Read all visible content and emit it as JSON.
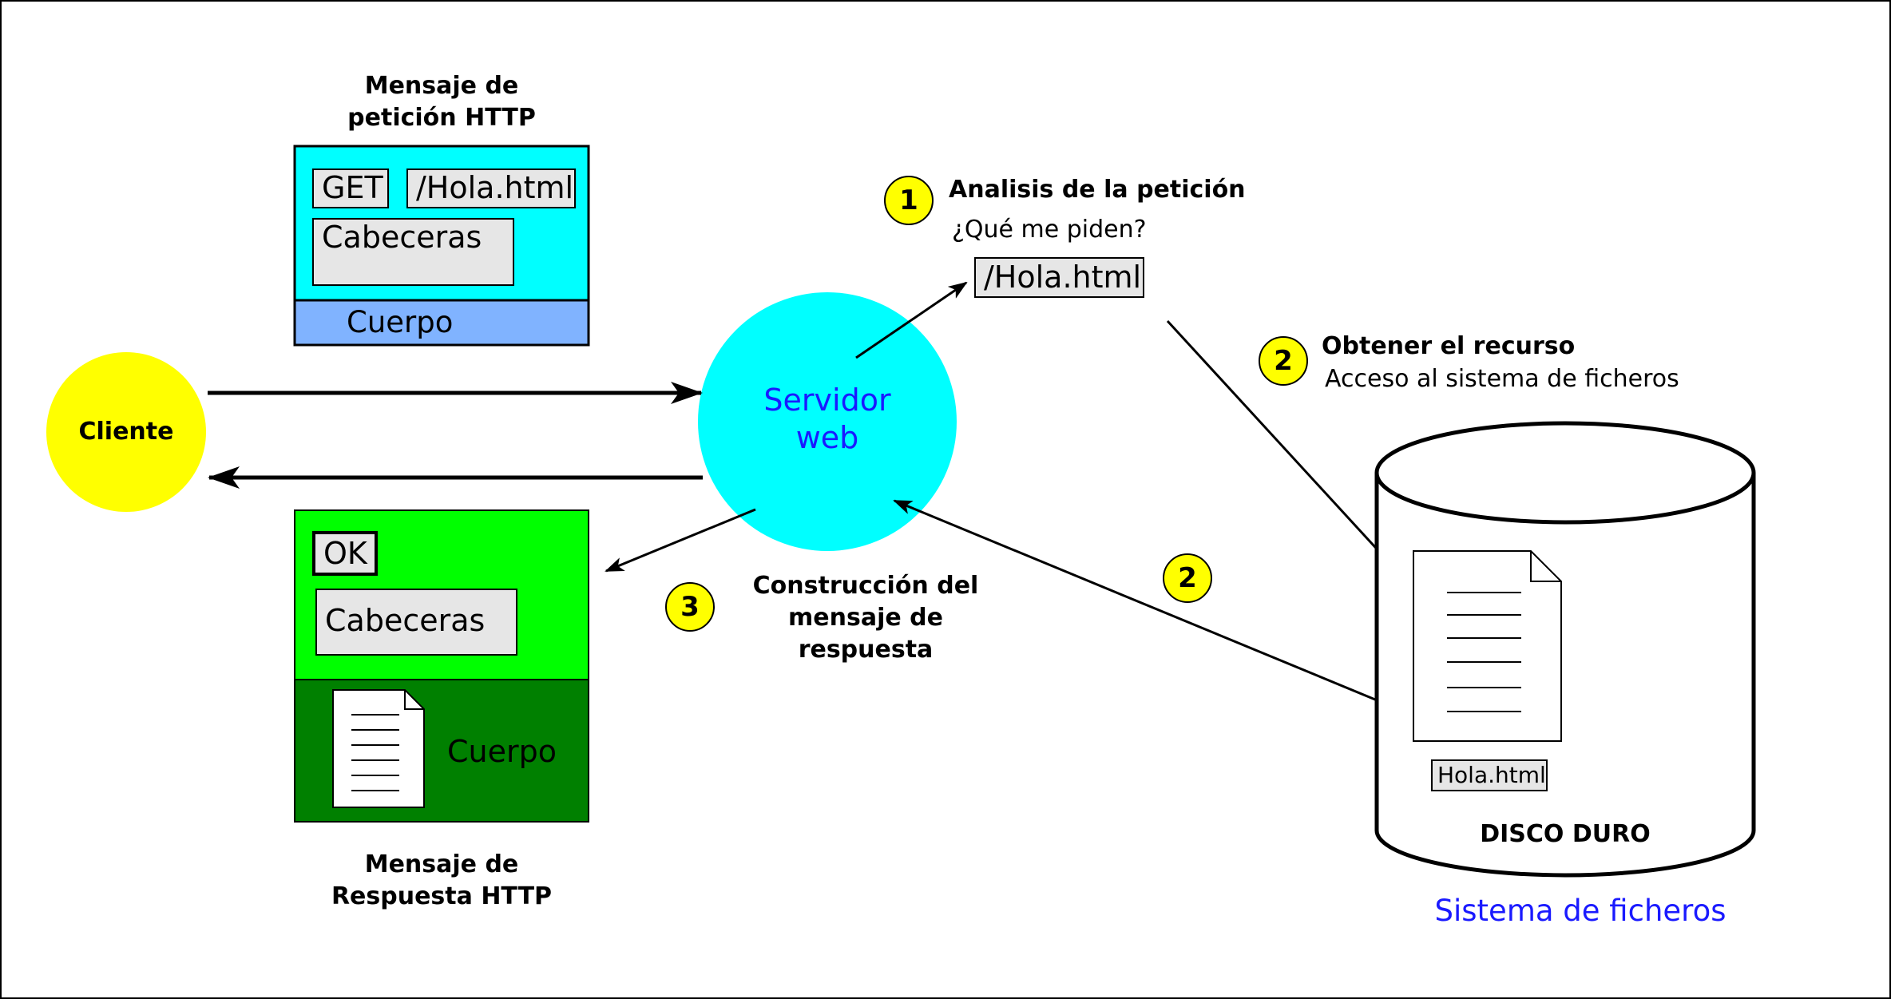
{
  "colors": {
    "request_bg": "#00ffff",
    "request_body_bg": "#80b3ff",
    "response_bg": "#00ff00",
    "response_body_bg": "#008000",
    "server_fill": "#00ffff",
    "server_text": "#1a1aff",
    "client_fill": "#ffff00",
    "badge_fill": "#ffff00",
    "field_bg": "#e6e6e6",
    "filesystem_text": "#1a1aff"
  },
  "icons": [
    "document-icon",
    "arrow-icon",
    "database-icon"
  ],
  "client": {
    "label": "Cliente"
  },
  "server": {
    "line1": "Servidor",
    "line2": "web"
  },
  "request_message": {
    "title_line1": "Mensaje de",
    "title_line2": "petición HTTP",
    "method": "GET",
    "path": "/Hola.html",
    "headers": "Cabeceras",
    "body": "Cuerpo"
  },
  "response_message": {
    "title_line1": "Mensaje de",
    "title_line2": "Respuesta HTTP",
    "status": "OK",
    "headers": "Cabeceras",
    "body": "Cuerpo"
  },
  "steps": {
    "step1": {
      "number": "1",
      "title": "Analisis de la petición",
      "subtitle": "¿Qué me piden?",
      "resource": "/Hola.html"
    },
    "step2": {
      "number": "2",
      "title": "Obtener el recurso",
      "subtitle": "Acceso al sistema de ficheros"
    },
    "step2b": {
      "number": "2"
    },
    "step3": {
      "number": "3",
      "title_line1": "Construcción del",
      "title_line2": "mensaje de respuesta"
    }
  },
  "disk": {
    "file_name": "Hola.html",
    "label": "DISCO DURO",
    "caption": "Sistema de ficheros"
  }
}
